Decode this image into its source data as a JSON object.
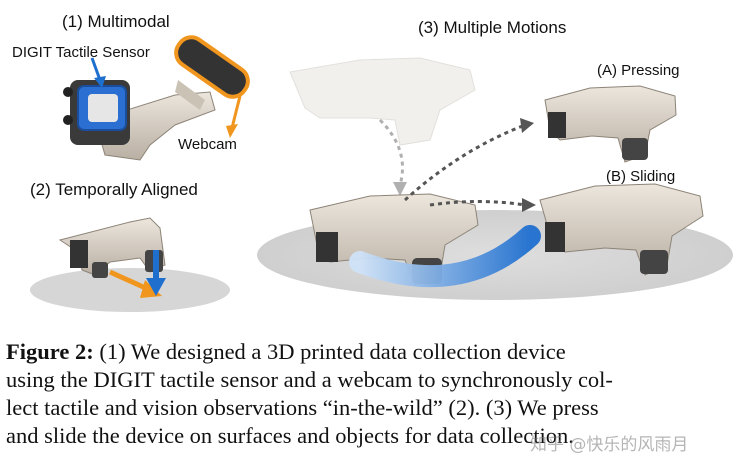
{
  "panels": {
    "multimodal": {
      "title": "(1) Multimodal",
      "sensor_label": "DIGIT Tactile Sensor",
      "webcam_label": "Webcam"
    },
    "aligned": {
      "title": "(2) Temporally Aligned"
    },
    "motions": {
      "title": "(3) Multiple Motions",
      "pressing_label": "(A) Pressing",
      "sliding_label": "(B) Sliding"
    }
  },
  "caption": {
    "figure_label": "Figure 2:",
    "text_line1": " (1) We designed a 3D printed data collection device",
    "text_line2": "using the DIGIT tactile sensor and a webcam to synchronously col-",
    "text_line3": "lect tactile and vision observations “in-the-wild” (2). (3) We press",
    "text_line4": "and slide the device on surfaces and objects for data collection."
  },
  "watermark": "知乎 @快乐的风雨月",
  "colors": {
    "accent_orange": "#f0961e",
    "accent_blue": "#1f6fcf",
    "device_beige": "#d8cfc3",
    "shadow_gray": "#d6d6d6"
  }
}
